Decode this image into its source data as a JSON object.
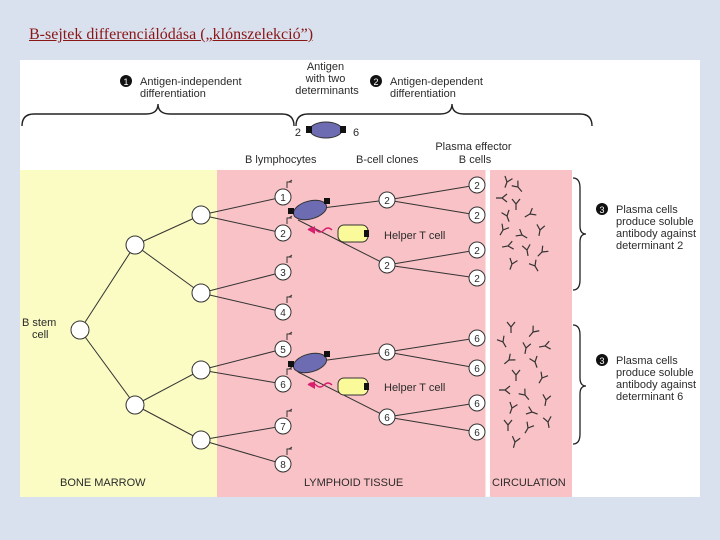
{
  "slide": {
    "title": "B-sejtek differenciálódása („klónszelekció”)"
  },
  "header": {
    "step1_number": "1",
    "step1_label": [
      "Antigen-independent",
      "differentiation"
    ],
    "antigen_label": [
      "Antigen",
      "with two",
      "determinants"
    ],
    "step2_number": "2",
    "step2_label": [
      "Antigen-dependent",
      "differentiation"
    ],
    "determinant_left": "2",
    "determinant_right": "6",
    "col_b_lymphocytes": "B lymphocytes",
    "col_b_cell_clones": "B-cell clones",
    "col_plasma_effector": [
      "Plasma effector",
      "B cells"
    ]
  },
  "zones": {
    "bone_marrow": "BONE MARROW",
    "lymphoid_tissue": "LYMPHOID TISSUE",
    "circulation": "CIRCULATION"
  },
  "stem_cell_label": [
    "B stem",
    "cell"
  ],
  "lymphocyte_numbers": [
    "1",
    "2",
    "3",
    "4",
    "5",
    "6",
    "7",
    "8"
  ],
  "helper_label": "Helper T cell",
  "clone_labels": {
    "upper": "2",
    "lower": "6"
  },
  "note_top": {
    "number": "3",
    "lines": [
      "Plasma cells",
      "produce soluble",
      "antibody against",
      "determinant 2"
    ]
  },
  "note_bottom": {
    "number": "3",
    "lines": [
      "Plasma cells",
      "produce soluble",
      "antibody against",
      "determinant 6"
    ]
  },
  "colors": {
    "bone_marrow": "#fbfbc4",
    "lymphoid_tissue": "#f9c2c6",
    "circulation": "#f9c2c6",
    "antigen": "#6d6bb1",
    "helper_cell": "#fafa9a",
    "arrow": "#d8206e",
    "title": "#8a1616"
  }
}
